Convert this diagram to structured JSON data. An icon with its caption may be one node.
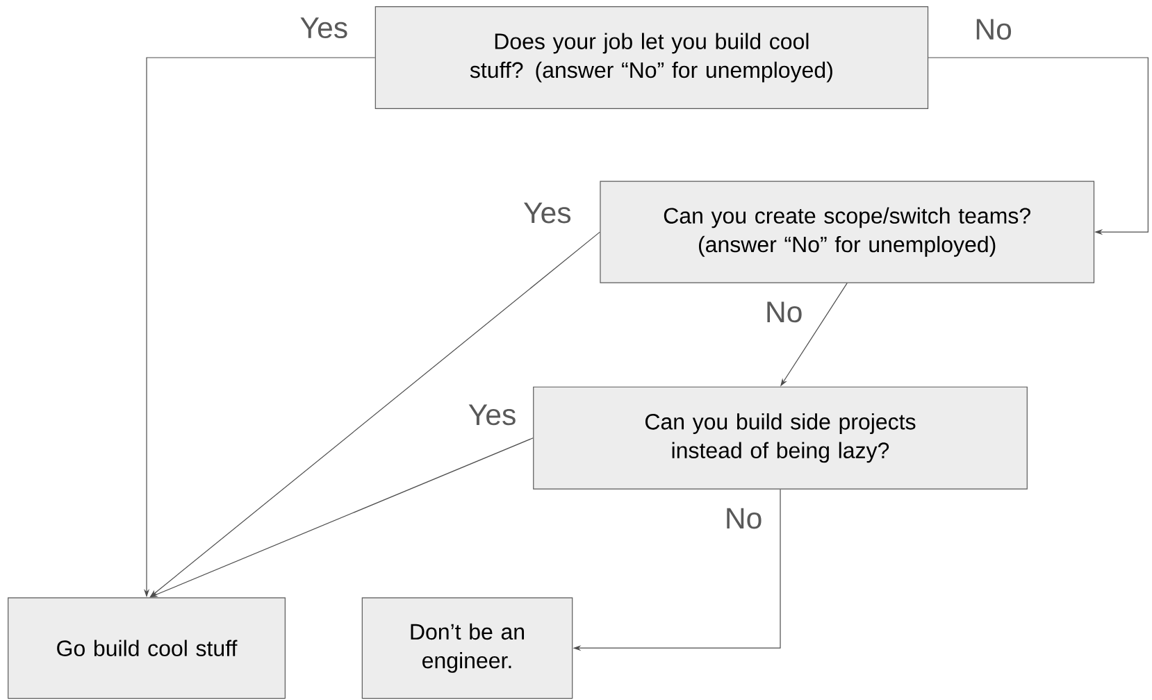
{
  "diagram": {
    "nodes": [
      {
        "text": [
          "Does your job let you build cool stuff? (answer “No” for unemployed)"
        ]
      },
      {
        "text": [
          "Can you create scope/switch teams? (answer “No” for unemployed)"
        ]
      },
      {
        "text": [
          "Can you build side projects instead of being lazy?"
        ]
      },
      {
        "text": [
          "Go build cool stuff"
        ]
      },
      {
        "text": [
          "Don’t be an engineer."
        ]
      }
    ],
    "edges": [
      {
        "from": 0,
        "to": 3,
        "arrow": "to",
        "label": "Yes"
      },
      {
        "from": 0,
        "to": 1,
        "arrow": "to",
        "label": "No"
      },
      {
        "from": 1,
        "to": 3,
        "arrow": "to",
        "label": "Yes"
      },
      {
        "from": 1,
        "to": 2,
        "arrow": "to",
        "label": "No"
      },
      {
        "from": 2,
        "to": 3,
        "arrow": "to",
        "label": "Yes"
      },
      {
        "from": 2,
        "to": 4,
        "arrow": "to",
        "label": "No"
      }
    ]
  }
}
